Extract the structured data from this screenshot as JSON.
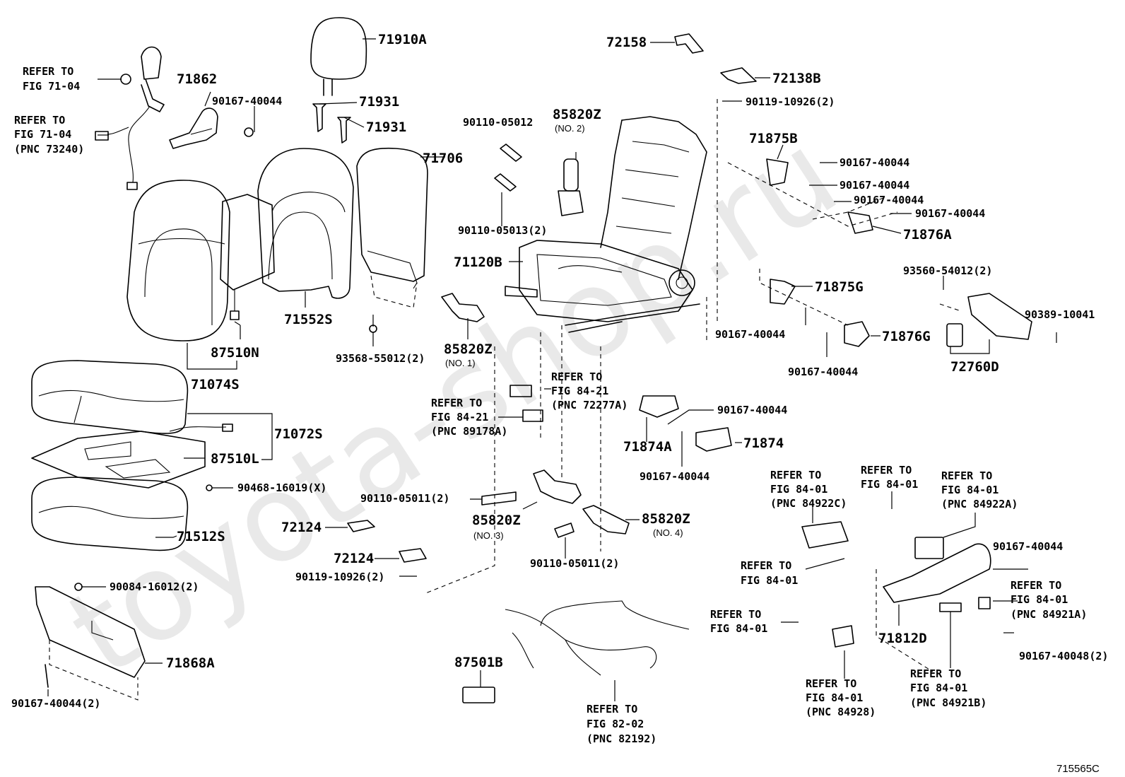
{
  "watermark": "toyota-shop.ru",
  "figure_code": "715565C",
  "labels": {
    "p71910A": "71910A",
    "p72158": "72158",
    "p72138B": "72138B",
    "p90119_10926_top": "90119-10926(2)",
    "ref_fig7104_a_1": "REFER TO",
    "ref_fig7104_a_2": "FIG 71-04",
    "p71862": "71862",
    "p90167_40044_a": "90167-40044",
    "p71931_a": "71931",
    "p71931_b": "71931",
    "ref_fig7104_b_1": "REFER TO",
    "ref_fig7104_b_2": "FIG 71-04",
    "ref_fig7104_b_3": "(PNC 73240)",
    "p90110_05012": "90110-05012",
    "p85820Z_no2": "85820Z",
    "no2": "(NO. 2)",
    "p71706": "71706",
    "p71875B": "71875B",
    "p90167_40044_b": "90167-40044",
    "p90167_40044_c": "90167-40044",
    "p90167_40044_d": "90167-40044",
    "p90167_40044_e": "90167-40044",
    "p71876A": "71876A",
    "p90110_05013": "90110-05013(2)",
    "p71120B": "71120B",
    "p93560_54012": "93560-54012(2)",
    "p71875G": "71875G",
    "p90389_10041": "90389-10041",
    "p71552S": "71552S",
    "p90167_40044_f": "90167-40044",
    "p71876G": "71876G",
    "p87510N": "87510N",
    "p93568_55012": "93568-55012(2)",
    "p85820Z_no1": "85820Z",
    "no1": "(NO. 1)",
    "p90167_40044_g": "90167-40044",
    "p72760D": "72760D",
    "p71074S": "71074S",
    "ref_fig8421_a_1": "REFER TO",
    "ref_fig8421_a_2": "FIG 84-21",
    "ref_fig8421_a_3": "(PNC 72277A)",
    "ref_fig8421_b_1": "REFER TO",
    "ref_fig8421_b_2": "FIG 84-21",
    "ref_fig8421_b_3": "(PNC 89178A)",
    "p71072S": "71072S",
    "p90167_40044_h": "90167-40044",
    "p71874A": "71874A",
    "p71874": "71874",
    "p87510L": "87510L",
    "p90167_40044_i": "90167-40044",
    "p90468_16019": "90468-16019(X)",
    "ref_pnc84922C_1": "REFER TO",
    "ref_pnc84922C_2": "FIG 84-01",
    "ref_pnc84922C_3": "(PNC 84922C)",
    "ref_fig8401_a_1": "REFER TO",
    "ref_fig8401_a_2": "FIG 84-01",
    "ref_pnc84922A_1": "REFER TO",
    "ref_pnc84922A_2": "FIG 84-01",
    "ref_pnc84922A_3": "(PNC 84922A)",
    "p90110_05011_a": "90110-05011(2)",
    "p85820Z_no3": "85820Z",
    "no3": "(NO. 3)",
    "p85820Z_no4": "85820Z",
    "no4": "(NO. 4)",
    "p72124_a": "72124",
    "p71512S": "71512S",
    "p90167_40044_j": "90167-40044",
    "p72124_b": "72124",
    "p90110_05011_b": "90110-05011(2)",
    "ref_fig8401_b_1": "REFER TO",
    "ref_fig8401_b_2": "FIG 84-01",
    "ref_pnc84921A_1": "REFER TO",
    "ref_pnc84921A_2": "FIG 84-01",
    "ref_pnc84921A_3": "(PNC 84921A)",
    "p90119_10926_b": "90119-10926(2)",
    "p90084_16012": "90084-16012(2)",
    "ref_fig8401_c_1": "REFER TO",
    "ref_fig8401_c_2": "FIG 84-01",
    "p71812D": "71812D",
    "p90167_40048": "90167-40048(2)",
    "p71868A": "71868A",
    "p87501B": "87501B",
    "ref_pnc84928_1": "REFER TO",
    "ref_pnc84928_2": "FIG 84-01",
    "ref_pnc84928_3": "(PNC 84928)",
    "ref_pnc84921B_1": "REFER TO",
    "ref_pnc84921B_2": "FIG 84-01",
    "ref_pnc84921B_3": "(PNC 84921B)",
    "p90167_40044_k": "90167-40044(2)",
    "ref_fig8202_1": "REFER TO",
    "ref_fig8202_2": "FIG 82-02",
    "ref_fig8202_3": "(PNC 82192)"
  }
}
